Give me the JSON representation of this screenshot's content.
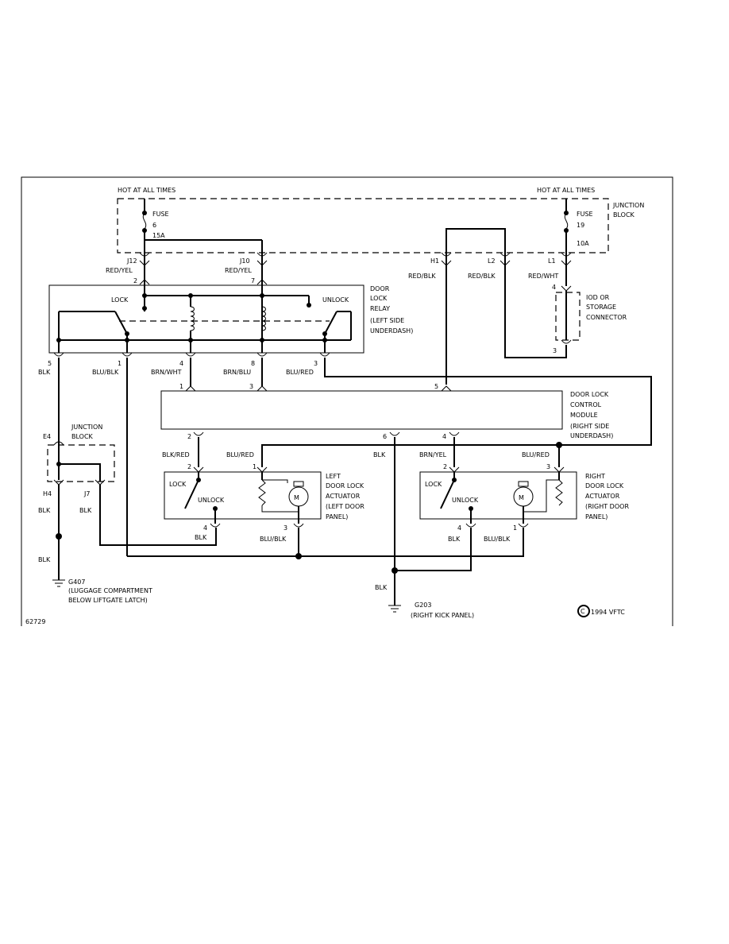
{
  "labels": {
    "hot_left": "HOT AT ALL TIMES",
    "hot_right": "HOT AT ALL TIMES",
    "junction_block": [
      "JUNCTION",
      "BLOCK"
    ],
    "fuse6": [
      "FUSE",
      "6",
      "15A"
    ],
    "fuse19": [
      "FUSE",
      "19",
      "10A"
    ],
    "conn_j12": "J12",
    "conn_j10": "J10",
    "conn_h1": "H1",
    "conn_l2": "L2",
    "conn_l1": "L1",
    "wire_j12": "RED/YEL",
    "wire_j10": "RED/YEL",
    "wire_h1": "RED/BLK",
    "wire_l2": "RED/BLK",
    "wire_l1": "RED/WHT",
    "relay_pin2": "2",
    "relay_pin7": "7",
    "relay_lock": "LOCK",
    "relay_unlock": "UNLOCK",
    "relay_title": [
      "DOOR",
      "LOCK",
      "RELAY",
      "(LEFT SIDE",
      "UNDERDASH)"
    ],
    "iod": [
      "IOD OR",
      "STORAGE",
      "CONNECTOR"
    ],
    "iod_pin4": "4",
    "iod_pin3": "3",
    "rp5": "5",
    "rp1": "1",
    "rp4": "4",
    "rp8": "8",
    "rp3": "3",
    "rw5": "BLK",
    "rw1": "BLU/BLK",
    "rw4": "BRN/WHT",
    "rw8": "BRN/BLU",
    "rw3": "BLU/RED",
    "module_title": [
      "DOOR LOCK",
      "CONTROL",
      "MODULE",
      "(RIGHT SIDE",
      "UNDERDASH)"
    ],
    "mt1": "1",
    "mt3": "3",
    "mt5": "5",
    "mb2": "2",
    "mb6": "6",
    "mb4": "4",
    "mw2": "BLK/RED",
    "mw6": "BLK",
    "mw4": "BRN/YEL",
    "mw_left_blured": "BLU/RED",
    "mw_right_blured": "BLU/RED",
    "jb2": [
      "JUNCTION",
      "BLOCK"
    ],
    "jb_e4": "E4",
    "jb_h4": "H4",
    "jb_j7": "J7",
    "jb_h4_wire": "BLK",
    "jb_j7_wire": "BLK",
    "blk_g407": "BLK",
    "g407": [
      "G407",
      "(LUGGAGE COMPARTMENT",
      "BELOW LIFTGATE LATCH)"
    ],
    "lact_pin2": "2",
    "lact_pin1": "1",
    "lact_pin4": "4",
    "lact_pin3": "3",
    "lact_lock": "LOCK",
    "lact_unlock": "UNLOCK",
    "lact_title": [
      "LEFT",
      "DOOR LOCK",
      "ACTUATOR",
      "(LEFT DOOR",
      "PANEL)"
    ],
    "lact_w4": "BLK",
    "lact_w3": "BLU/BLK",
    "ract_pin2": "2",
    "ract_pin3": "3",
    "ract_pin4": "4",
    "ract_pin1": "1",
    "ract_lock": "LOCK",
    "ract_unlock": "UNLOCK",
    "ract_title": [
      "RIGHT",
      "DOOR LOCK",
      "ACTUATOR",
      "(RIGHT DOOR",
      "PANEL)"
    ],
    "ract_w4": "BLK",
    "ract_w1": "BLU/BLK",
    "motor": "M",
    "g203_wire": "BLK",
    "g203": [
      "G203",
      "(RIGHT KICK PANEL)"
    ],
    "copyright": "1994 VFTC",
    "copyright_symbol": "C",
    "fig_id": "62729"
  }
}
